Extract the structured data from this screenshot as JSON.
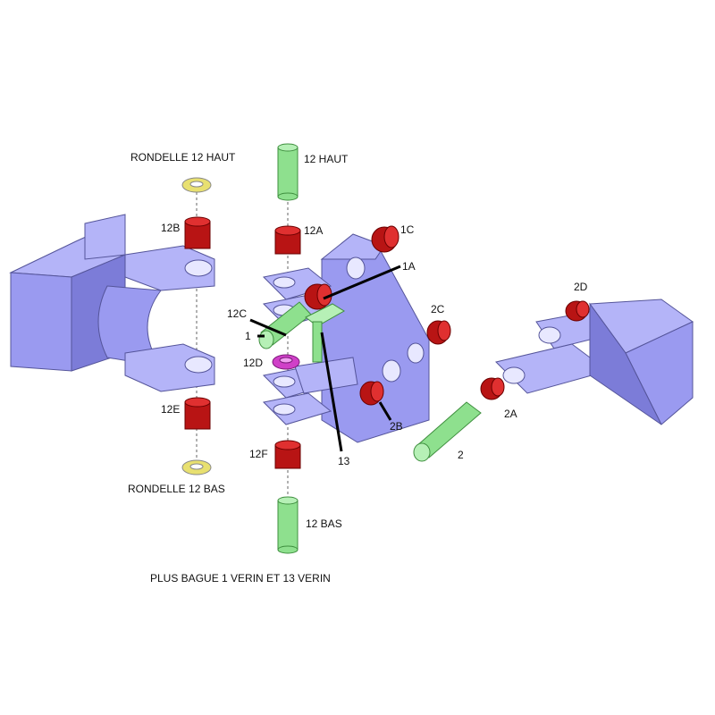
{
  "labels": {
    "rondelle_haut": "RONDELLE 12 HAUT",
    "pin_12_haut": "12 HAUT",
    "b12b": "12B",
    "b12a": "12A",
    "b1c": "1C",
    "b1a": "1A",
    "b12c": "12C",
    "p1": "1",
    "b12d": "12D",
    "b2c": "2C",
    "b2d": "2D",
    "b2a": "2A",
    "b2b": "2B",
    "p13": "13",
    "b12e": "12E",
    "b12f": "12F",
    "p2": "2",
    "rondelle_bas": "RONDELLE 12 BAS",
    "pin_12_bas": "12 BAS",
    "note": "PLUS BAGUE 1 VERIN ET 13 VERIN"
  },
  "colors": {
    "body": "#9a9af0",
    "bushing": "#b81414",
    "pin": "#8ee08e",
    "washer": "#e8e070",
    "ring_12d": "#d040c8"
  }
}
